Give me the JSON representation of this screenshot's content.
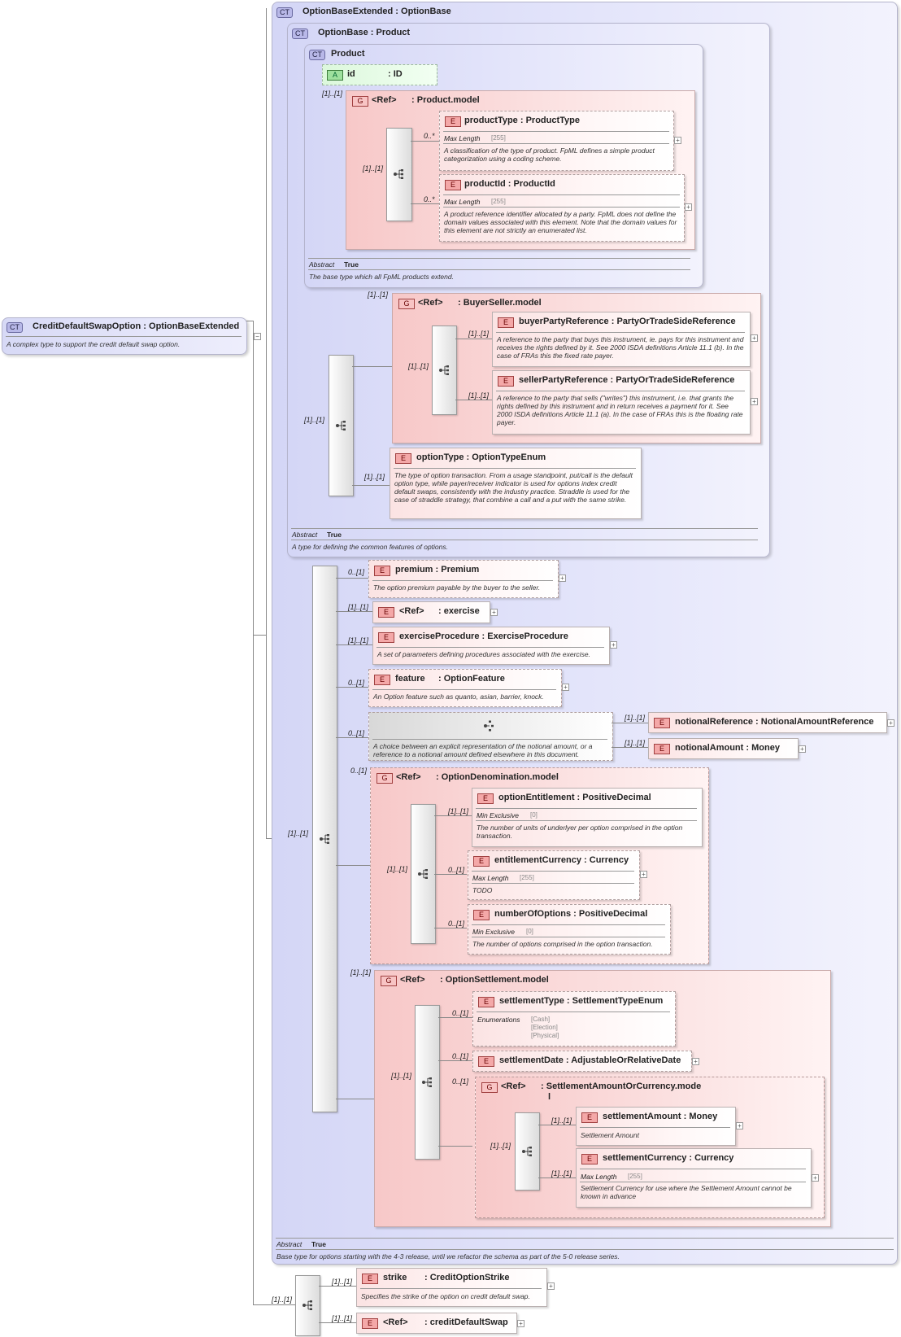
{
  "root": {
    "badge": "CT",
    "name": "CreditDefaultSwapOption",
    "type": "OptionBaseExtended",
    "desc": "A complex type to support the credit default swap option."
  },
  "obe": {
    "badge": "CT",
    "name": "OptionBaseExtended",
    "type": "OptionBase",
    "abstract_label": "Abstract",
    "abstract_value": "True",
    "desc": "Base type for options starting with the 4-3 release, until we refactor the schema as part of the 5-0 release series."
  },
  "ob": {
    "badge": "CT",
    "name": "OptionBase",
    "type": "Product",
    "abstract_label": "Abstract",
    "abstract_value": "True",
    "desc": "A type for defining the common features of options."
  },
  "product": {
    "badge": "CT",
    "name": "Product",
    "abstract_label": "Abstract",
    "abstract_value": "True",
    "desc": "The base type which all FpML products extend.",
    "attr": {
      "badge": "A",
      "name": "id",
      "type": "ID"
    },
    "group": {
      "badge": "G",
      "ref": "<Ref>",
      "type": "Product.model"
    },
    "productType": {
      "badge": "E",
      "name": "productType",
      "type": "ProductType",
      "prop_label": "Max Length",
      "prop_value": "[255]",
      "desc": "A classification of the type of product. FpML defines a simple product categorization using a coding scheme."
    },
    "productId": {
      "badge": "E",
      "name": "productId",
      "type": "ProductId",
      "prop_label": "Max Length",
      "prop_value": "[255]",
      "desc": "A product reference identifier allocated by a party. FpML does not define the domain values associated with this element. Note that the domain values for this element are not strictly an enumerated list."
    }
  },
  "buyerSeller": {
    "group": {
      "badge": "G",
      "ref": "<Ref>",
      "type": "BuyerSeller.model"
    },
    "buyer": {
      "badge": "E",
      "name": "buyerPartyReference",
      "type": "PartyOrTradeSideReference",
      "desc": "A reference to the party that buys this instrument, ie. pays for this instrument and receives the rights defined by it. See 2000 ISDA definitions Article 11.1 (b). In the case of FRAs this the fixed rate payer."
    },
    "seller": {
      "badge": "E",
      "name": "sellerPartyReference",
      "type": "PartyOrTradeSideReference",
      "desc": "A reference to the party that sells (\"writes\") this instrument, i.e. that grants the rights defined by this instrument and in return receives a payment for it. See 2000 ISDA definitions Article 11.1 (a). In the case of FRAs this is the floating rate payer."
    }
  },
  "optionType": {
    "badge": "E",
    "name": "optionType",
    "type": "OptionTypeEnum",
    "desc": "The type of option transaction. From a usage standpoint, put/call is the default option type, while payer/receiver indicator is used for options index credit default swaps, consistently with the industry practice. Straddle is used for the case of straddle strategy, that combine a call and a put with the same strike."
  },
  "premium": {
    "badge": "E",
    "name": "premium",
    "type": "Premium",
    "desc": "The option premium payable by the buyer to the seller."
  },
  "exercise": {
    "badge": "E",
    "ref": "<Ref>",
    "type": "exercise"
  },
  "exerciseProcedure": {
    "badge": "E",
    "name": "exerciseProcedure",
    "type": "ExerciseProcedure",
    "desc": "A set of parameters defining procedures associated with the exercise."
  },
  "feature": {
    "badge": "E",
    "name": "feature",
    "type": "OptionFeature",
    "desc": "An Option feature such as quanto, asian, barrier, knock."
  },
  "notionalChoice": {
    "desc": "A choice between an explicit representation of the notional amount, or a reference to a notional amount defined elsewhere in this document."
  },
  "notionalReference": {
    "badge": "E",
    "name": "notionalReference",
    "type": "NotionalAmountReference"
  },
  "notionalAmount": {
    "badge": "E",
    "name": "notionalAmount",
    "type": "Money"
  },
  "denom": {
    "group": {
      "badge": "G",
      "ref": "<Ref>",
      "type": "OptionDenomination.model"
    },
    "optionEntitlement": {
      "badge": "E",
      "name": "optionEntitlement",
      "type": "PositiveDecimal",
      "prop_label": "Min Exclusive",
      "prop_value": "[0]",
      "desc": "The number of units of underlyer per option comprised in the option transaction."
    },
    "entitlementCurrency": {
      "badge": "E",
      "name": "entitlementCurrency",
      "type": "Currency",
      "prop_label": "Max Length",
      "prop_value": "[255]",
      "desc": "TODO"
    },
    "numberOfOptions": {
      "badge": "E",
      "name": "numberOfOptions",
      "type": "PositiveDecimal",
      "prop_label": "Min Exclusive",
      "prop_value": "[0]",
      "desc": "The number of options comprised in the option transaction."
    }
  },
  "settle": {
    "group": {
      "badge": "G",
      "ref": "<Ref>",
      "type": "OptionSettlement.model"
    },
    "settlementType": {
      "badge": "E",
      "name": "settlementType",
      "type": "SettlementTypeEnum",
      "prop_label": "Enumerations",
      "enum1": "[Cash]",
      "enum2": "[Election]",
      "enum3": "[Physical]"
    },
    "settlementDate": {
      "badge": "E",
      "name": "settlementDate",
      "type": "AdjustableOrRelativeDate"
    },
    "amountGroup": {
      "badge": "G",
      "ref": "<Ref>",
      "type_line1": "SettlementAmountOrCurrency.mode",
      "type_line2": "l"
    },
    "settlementAmount": {
      "badge": "E",
      "name": "settlementAmount",
      "type": "Money",
      "desc": "Settlement Amount"
    },
    "settlementCurrency": {
      "badge": "E",
      "name": "settlementCurrency",
      "type": "Currency",
      "prop_label": "Max Length",
      "prop_value": "[255]",
      "desc": "Settlement Currency for use where the Settlement Amount cannot be known in advance"
    }
  },
  "strike": {
    "badge": "E",
    "name": "strike",
    "type": "CreditOptionStrike",
    "desc": "Specifies the strike of the option on credit default swap."
  },
  "cds": {
    "badge": "E",
    "ref": "<Ref>",
    "type": "creditDefaultSwap"
  },
  "mult": {
    "one": "[1]..[1]",
    "zero_many": "0..*",
    "zero_one": "0..[1]"
  }
}
